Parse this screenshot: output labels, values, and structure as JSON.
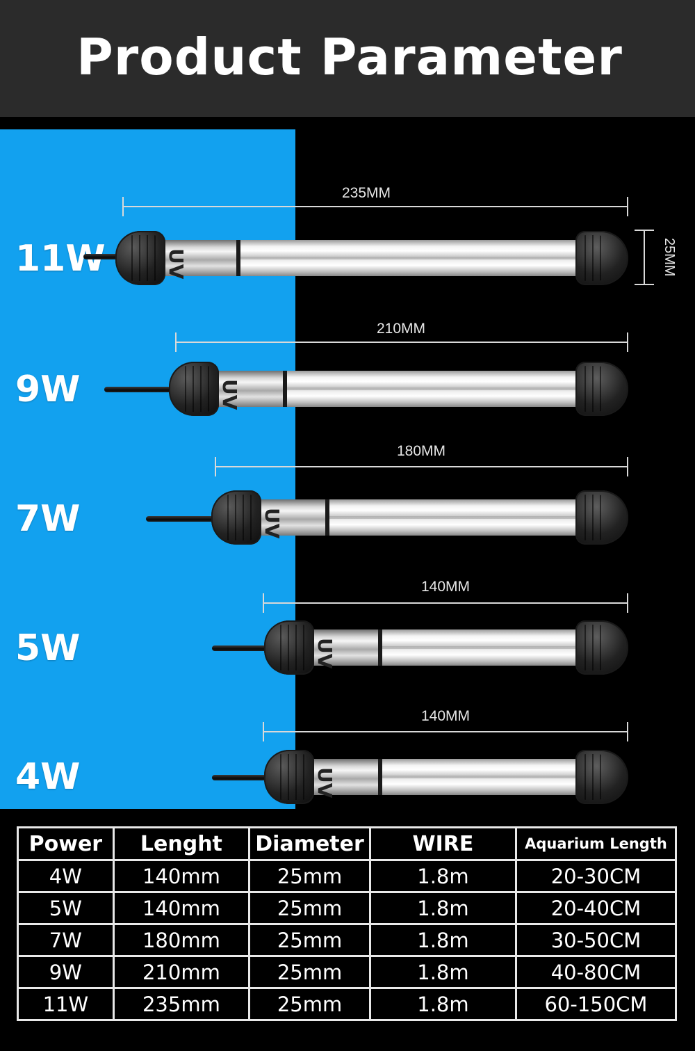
{
  "title": "Product Parameter",
  "diameter_label": "25MM",
  "lamps": [
    {
      "power": "11W",
      "length_label": "235MM"
    },
    {
      "power": "9W",
      "length_label": "210MM"
    },
    {
      "power": "7W",
      "length_label": "180MM"
    },
    {
      "power": "5W",
      "length_label": "140MM"
    },
    {
      "power": "4W",
      "length_label": "140MM"
    }
  ],
  "sleeve_text": "UV",
  "colors": {
    "blue_panel": "#12a1ef",
    "header_bg": "#2b2b2b",
    "background": "#000000"
  },
  "table": {
    "headers": [
      "Power",
      "Lenght",
      "Diameter",
      "WIRE",
      "Aquarium Length"
    ],
    "rows": [
      [
        "4W",
        "140mm",
        "25mm",
        "1.8m",
        "20-30CM"
      ],
      [
        "5W",
        "140mm",
        "25mm",
        "1.8m",
        "20-40CM"
      ],
      [
        "7W",
        "180mm",
        "25mm",
        "1.8m",
        "30-50CM"
      ],
      [
        "9W",
        "210mm",
        "25mm",
        "1.8m",
        "40-80CM"
      ],
      [
        "11W",
        "235mm",
        "25mm",
        "1.8m",
        "60-150CM"
      ]
    ]
  }
}
